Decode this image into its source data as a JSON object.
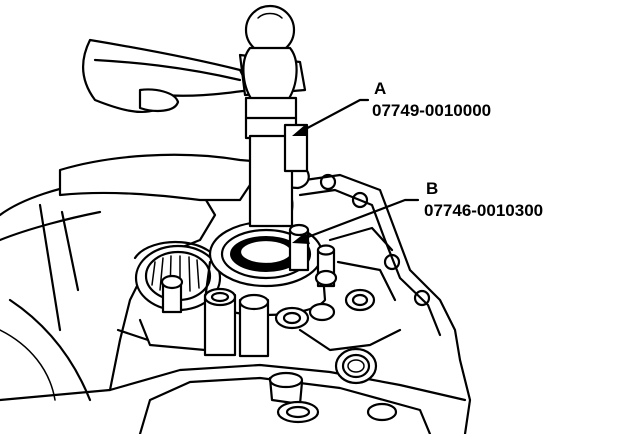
{
  "callouts": [
    {
      "letter": "A",
      "part_number": "07749-0010000"
    },
    {
      "letter": "B",
      "part_number": "07746-0010300"
    }
  ]
}
